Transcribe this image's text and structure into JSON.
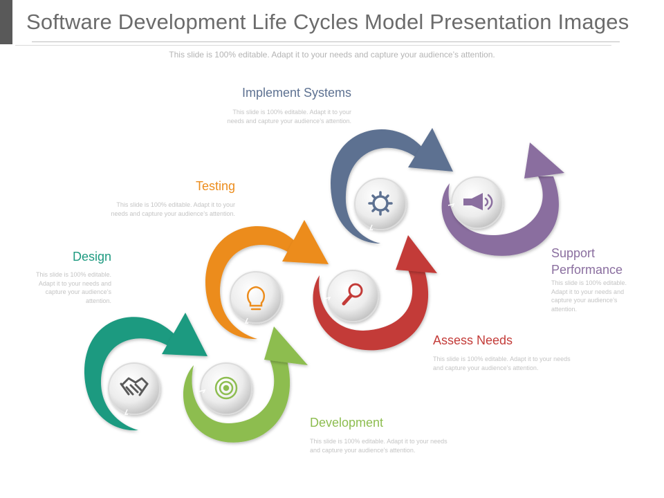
{
  "header": {
    "title": "Software Development Life Cycles Model Presentation Images",
    "subtitle": "This slide is 100% editable. Adapt it to your needs and capture your audience’s attention."
  },
  "steps": [
    {
      "id": "design",
      "title": "Design",
      "description": "This slide is 100% editable. Adapt it to your needs and capture your audience’s attention.",
      "color": "#1e9a80",
      "icon": "handshake-icon"
    },
    {
      "id": "development",
      "title": "Development",
      "description": "This slide is 100% editable. Adapt it to your needs and capture your audience’s attention.",
      "color": "#8dbd50",
      "icon": "target-icon"
    },
    {
      "id": "testing",
      "title": "Testing",
      "description": "This slide is 100% editable. Adapt it to your needs and capture your audience’s attention.",
      "color": "#ec8c1c",
      "icon": "lightbulb-icon"
    },
    {
      "id": "assess",
      "title": "Assess Needs",
      "description": "This slide is 100% editable. Adapt it to your needs and capture your audience’s attention.",
      "color": "#c33b38",
      "icon": "magnifier-icon"
    },
    {
      "id": "implement",
      "title": "Implement Systems",
      "description": "This slide is 100% editable. Adapt it to your needs and capture your audience’s attention.",
      "color": "#5d7191",
      "icon": "gear-icon"
    },
    {
      "id": "support",
      "title": "Support Performance",
      "description": "This slide is 100% editable. Adapt it to your needs and capture your audience’s attention.",
      "color": "#8a6e9f",
      "icon": "megaphone-icon"
    }
  ]
}
